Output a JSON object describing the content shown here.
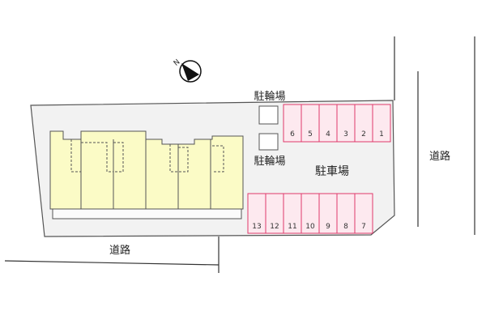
{
  "labels": {
    "bicycle_parking_top": "駐輪場",
    "bicycle_parking_mid": "駐輪場",
    "car_parking": "駐車場",
    "road_right": "道路",
    "road_bottom": "道路",
    "north_marker": "N"
  },
  "parking": {
    "top_row": [
      "6",
      "5",
      "4",
      "3",
      "2",
      "1"
    ],
    "bottom_row": [
      "13",
      "12",
      "11",
      "10",
      "9",
      "8",
      "7"
    ]
  },
  "colors": {
    "lot_fill": "#f2f2f2",
    "lot_stroke": "#555555",
    "building_fill": "#fbfbc6",
    "building_stroke": "#555555",
    "parking_fill": "#fde9ef",
    "parking_stroke": "#e0396b",
    "road_line": "#333333"
  }
}
